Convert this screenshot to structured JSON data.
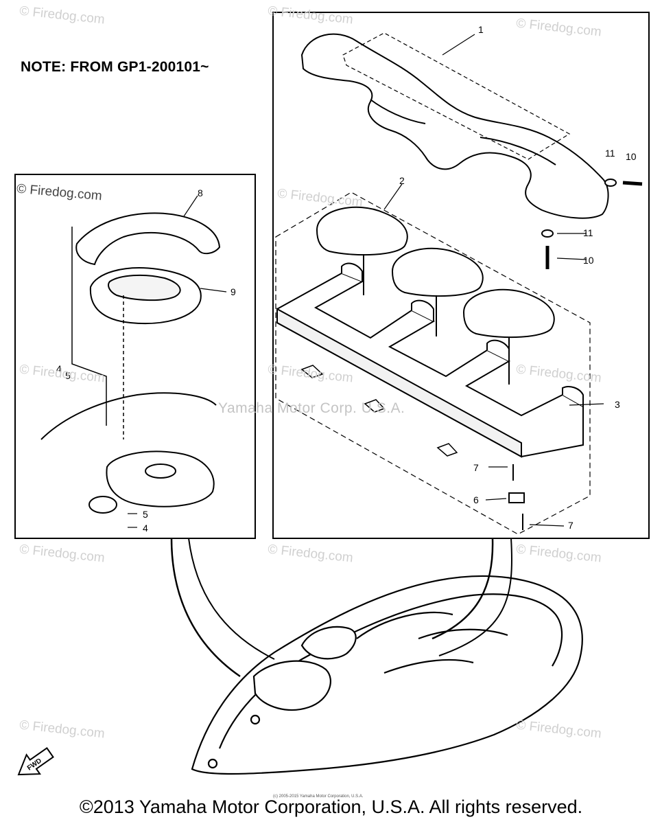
{
  "note": "NOTE: FROM GP1-200101~",
  "watermark": "© Firedog.com",
  "center_watermark": "Yamaha Motor Corp. U.S.A.",
  "tiny_credit": "(c) 2005-2015 Yamaha Motor Corporation, U.S.A.",
  "copyright": "©2013 Yamaha Motor Corporation, U.S.A. All rights reserved.",
  "fwd_label": "FWD",
  "callouts": {
    "c1": "1",
    "c2": "2",
    "c3": "3",
    "c4a": "4",
    "c4b": "4",
    "c5a": "5",
    "c5b": "5",
    "c6": "6",
    "c7a": "7",
    "c7b": "7",
    "c8": "8",
    "c9": "9",
    "c10a": "10",
    "c10b": "10",
    "c11a": "11",
    "c11b": "11"
  }
}
